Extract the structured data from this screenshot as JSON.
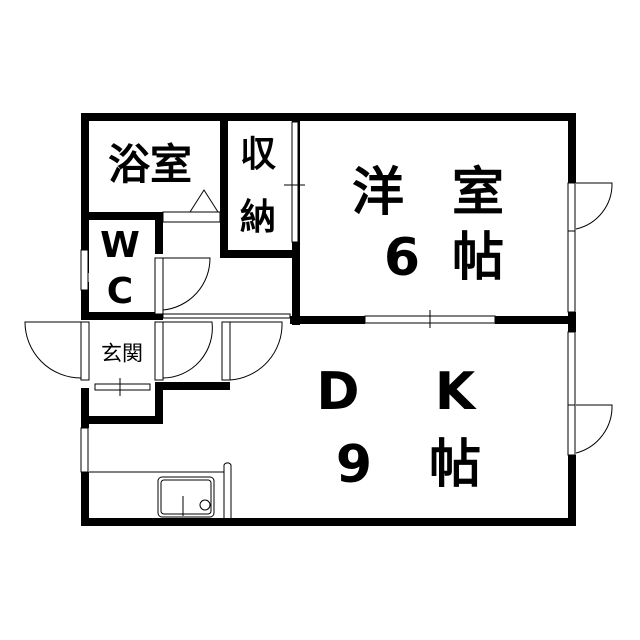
{
  "rooms": {
    "bath": "浴室",
    "storage_1": "収",
    "storage_2": "納",
    "western_room_1": "洋",
    "western_room_2": "室",
    "western_room_size_num": "6",
    "western_room_size_unit": "帖",
    "wc_1": "W",
    "wc_2": "C",
    "entrance": "玄関",
    "dk_1": "D",
    "dk_2": "K",
    "dk_size_num": "9",
    "dk_size_unit": "帖"
  }
}
